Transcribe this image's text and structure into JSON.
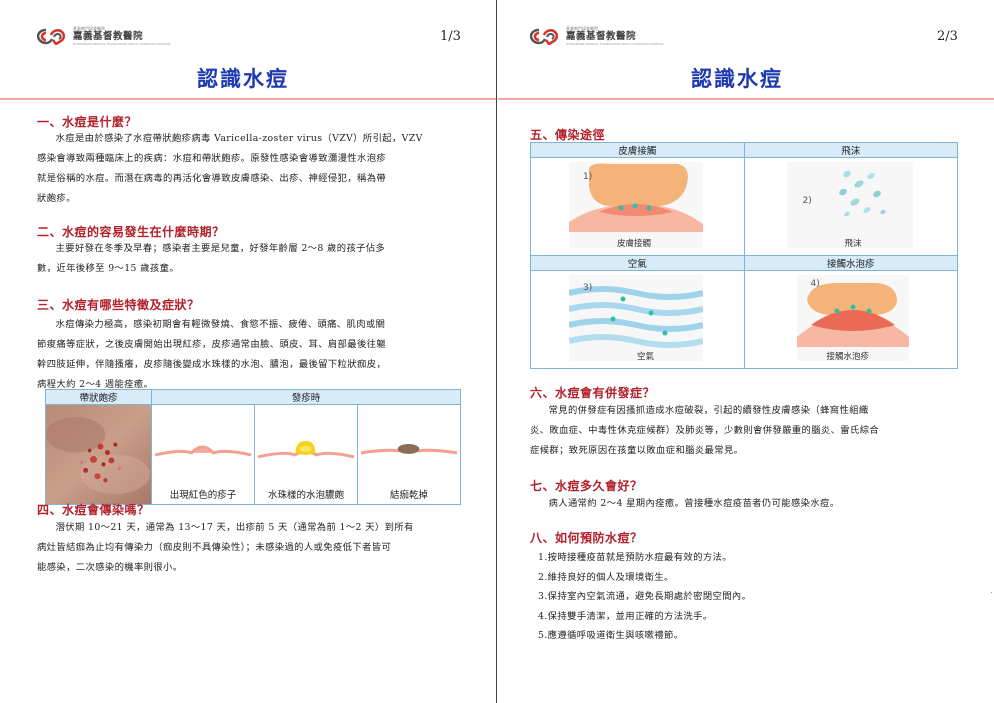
{
  "logo": {
    "small_text": "基督教門諾會醫院",
    "name": "嘉義基督教醫院",
    "sub_text": "DITMANSON MEDICAL FOUNDATION CHIA-YI CHRISTIAN HOSPITAL"
  },
  "page_left": {
    "page_number": "1/3",
    "title": "認識水痘",
    "sections": [
      {
        "heading": "一、水痘是什麼？",
        "lines": [
          "水痘是由於感染了水痘帶狀皰疹病毒 Varicella-zoster virus（VZV）所引起，VZV",
          "感染會導致兩種臨床上的疾病：水痘和帶狀皰疹。原發性感染會導致瀰漫性水泡疹",
          "就是俗稱的水痘。而潛在病毒的再活化會導致皮膚感染、出疹、神經侵犯，稱為帶",
          "狀皰疹。"
        ]
      },
      {
        "heading": "二、水痘的容易發生在什麼時期？",
        "lines": [
          "主要好發在冬季及早春；感染者主要是兒童，好發年齡層 2～8 歲的孩子佔多",
          "數，近年後移至 9～15 歲孩童。"
        ]
      },
      {
        "heading": "三、水痘有哪些特徵及症狀？",
        "lines": [
          "水痘傳染力極高，感染初期會有輕微發燒、食慾不振、疲倦、頭痛、肌肉或關",
          "節痠痛等症狀，之後皮膚開始出現紅疹，皮疹通常由臉、頭皮、耳、肩部最後往軀",
          "幹四肢延伸，伴隨搔癢，皮疹隨後變成水珠樣的水泡、膿泡，最後留下粒狀痂皮，",
          "病程大約 2～4 週能痊癒。"
        ]
      },
      {
        "heading": "四、水痘會傳染嗎？",
        "lines": [
          "潛伏期 10～21 天，通常為 13～17 天，出疹前 5 天（通常為前 1～2 天）到所有",
          "病灶皆結痂為止均有傳染力（痂皮則不具傳染性）；未感染過的人或免疫低下者皆可",
          "能感染，二次感染的機率則很小。"
        ]
      }
    ],
    "symptom_table": {
      "header_left": "帶狀皰疹",
      "header_right": "發疹時",
      "stages": [
        "出現紅色的疹子",
        "水珠樣的水泡膿皰",
        "結痂乾掉"
      ],
      "stage_colors": [
        "#f6a89c",
        "#f7d21a",
        "#8b6d55"
      ]
    }
  },
  "page_right": {
    "page_number": "2/3",
    "title": "認識水痘",
    "sections": [
      {
        "heading": "五、傳染途徑"
      },
      {
        "heading": "六、水痘會有併發症？",
        "lines": [
          "常見的併發症有因搔抓造成水痘破裂，引起的續發性皮膚感染（蜂窩性組織",
          "炎、敗血症、中毒性休克症候群）及肺炎等，少數則會併發嚴重的腦炎、雷氏綜合",
          "症候群；致死原因在孩童以敗血症和腦炎最常見。"
        ]
      },
      {
        "heading": "七、水痘多久會好？",
        "lines": [
          "病人通常約 2～4 星期內痊癒。曾接種水痘疫苗者仍可能感染水痘。"
        ]
      },
      {
        "heading": "八、如何預防水痘？",
        "items": [
          "1.按時接種疫苗就是預防水痘最有效的方法。",
          "2.維持良好的個人及環境衛生。",
          "3.保持室內空氣流通，避免長期處於密閉空間內。",
          "4.保持雙手清潔，並用正確的方法洗手。",
          "5.應遵循呼吸道衛生與咳嗽禮節。"
        ]
      }
    ],
    "route_table": {
      "headers": [
        "皮膚接觸",
        "飛沫",
        "空氣",
        "接觸水泡疹"
      ],
      "numbers": [
        "1)",
        "2)",
        "3)",
        "4)"
      ],
      "captions": [
        "皮膚接觸",
        "飛沫",
        "空氣",
        "接觸水泡疹"
      ]
    }
  }
}
